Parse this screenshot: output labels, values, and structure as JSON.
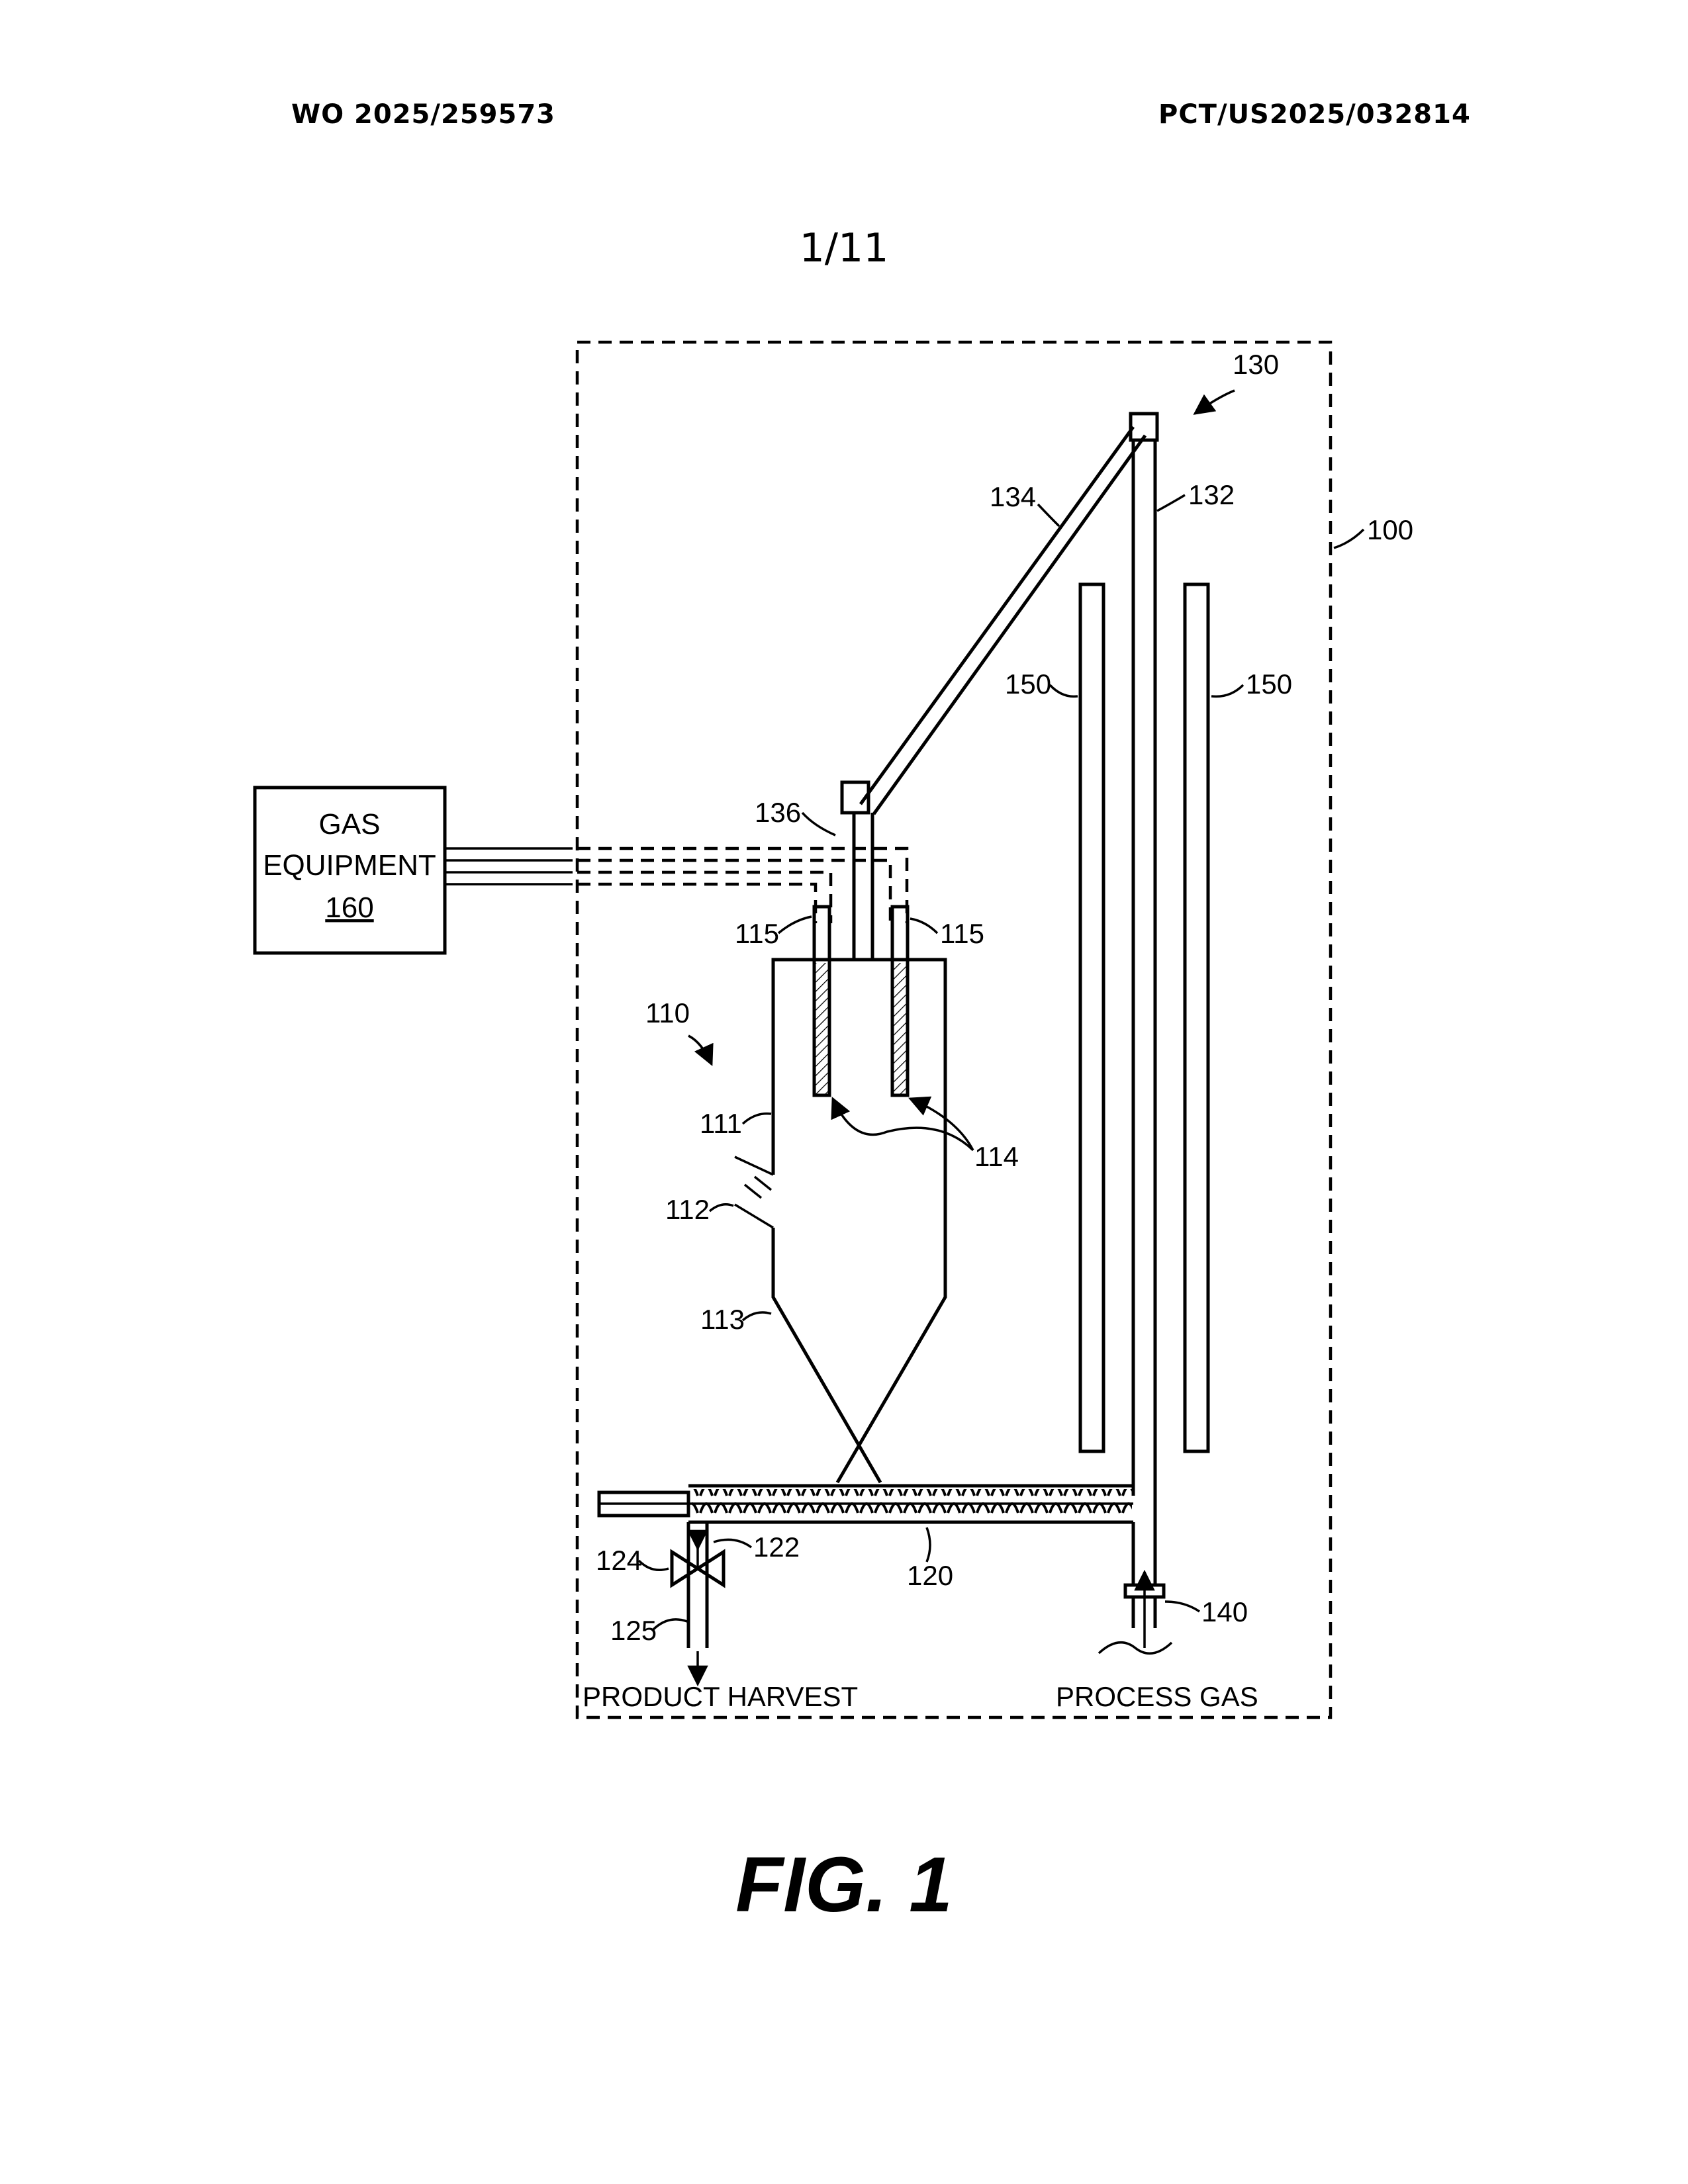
{
  "header": {
    "publication_number": "WO 2025/259573",
    "application_number": "PCT/US2025/032814"
  },
  "sheet_number": "1/11",
  "figure_label": "FIG. 1",
  "gas_equipment": {
    "line1": "GAS",
    "line2": "EQUIPMENT",
    "number": "160"
  },
  "ref_labels": {
    "r100": "100",
    "r110": "110",
    "r111": "111",
    "r112": "112",
    "r113": "113",
    "r114": "114",
    "r115": "115",
    "r120": "120",
    "r122": "122",
    "r124": "124",
    "r125": "125",
    "r130": "130",
    "r132": "132",
    "r134": "134",
    "r136": "136",
    "r140": "140",
    "r150": "150"
  },
  "flow_labels": {
    "product_harvest": "PRODUCT HARVEST",
    "process_gas": "PROCESS GAS"
  }
}
